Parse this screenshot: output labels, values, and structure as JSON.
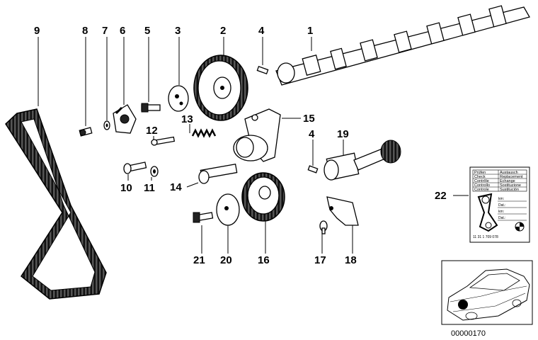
{
  "callouts": {
    "n1": "1",
    "n2": "2",
    "n3": "3",
    "n4a": "4",
    "n4b": "4",
    "n5": "5",
    "n6": "6",
    "n7": "7",
    "n8": "8",
    "n9": "9",
    "n10": "10",
    "n11": "11",
    "n12": "12",
    "n13": "13",
    "n14": "14",
    "n15": "15",
    "n16": "16",
    "n17": "17",
    "n18": "18",
    "n19": "19",
    "n20": "20",
    "n21": "21",
    "n22": "22"
  },
  "label_card": {
    "rows": [
      {
        "left": "Prüfen",
        "right": "Austausch"
      },
      {
        "left": "Check",
        "right": "Replacement"
      },
      {
        "left": "Contrôle",
        "right": "Echange"
      },
      {
        "left": "Controllo",
        "right": "Sostituzione"
      },
      {
        "left": "Controle",
        "right": "Sustitución"
      }
    ],
    "fields": [
      "km:",
      "Dat.:",
      "km:",
      "Dat.:"
    ],
    "part_number": "11 31 1 709 078"
  },
  "diagram_code": "00000170"
}
